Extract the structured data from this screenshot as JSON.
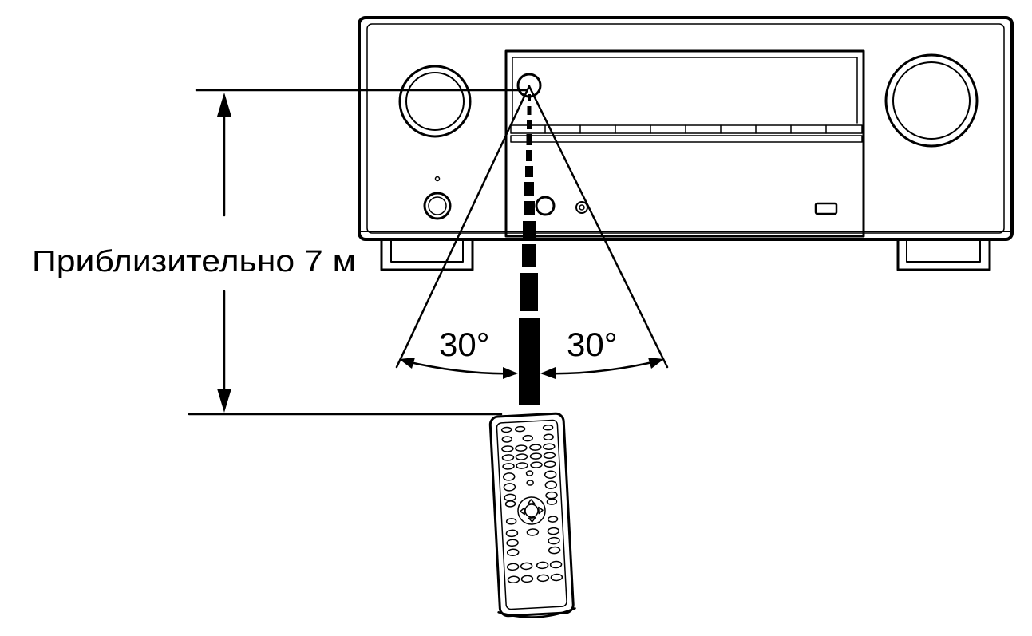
{
  "diagram": {
    "distance_label": "Приблизительно 7 м",
    "angle_left": "30°",
    "angle_right": "30°"
  }
}
